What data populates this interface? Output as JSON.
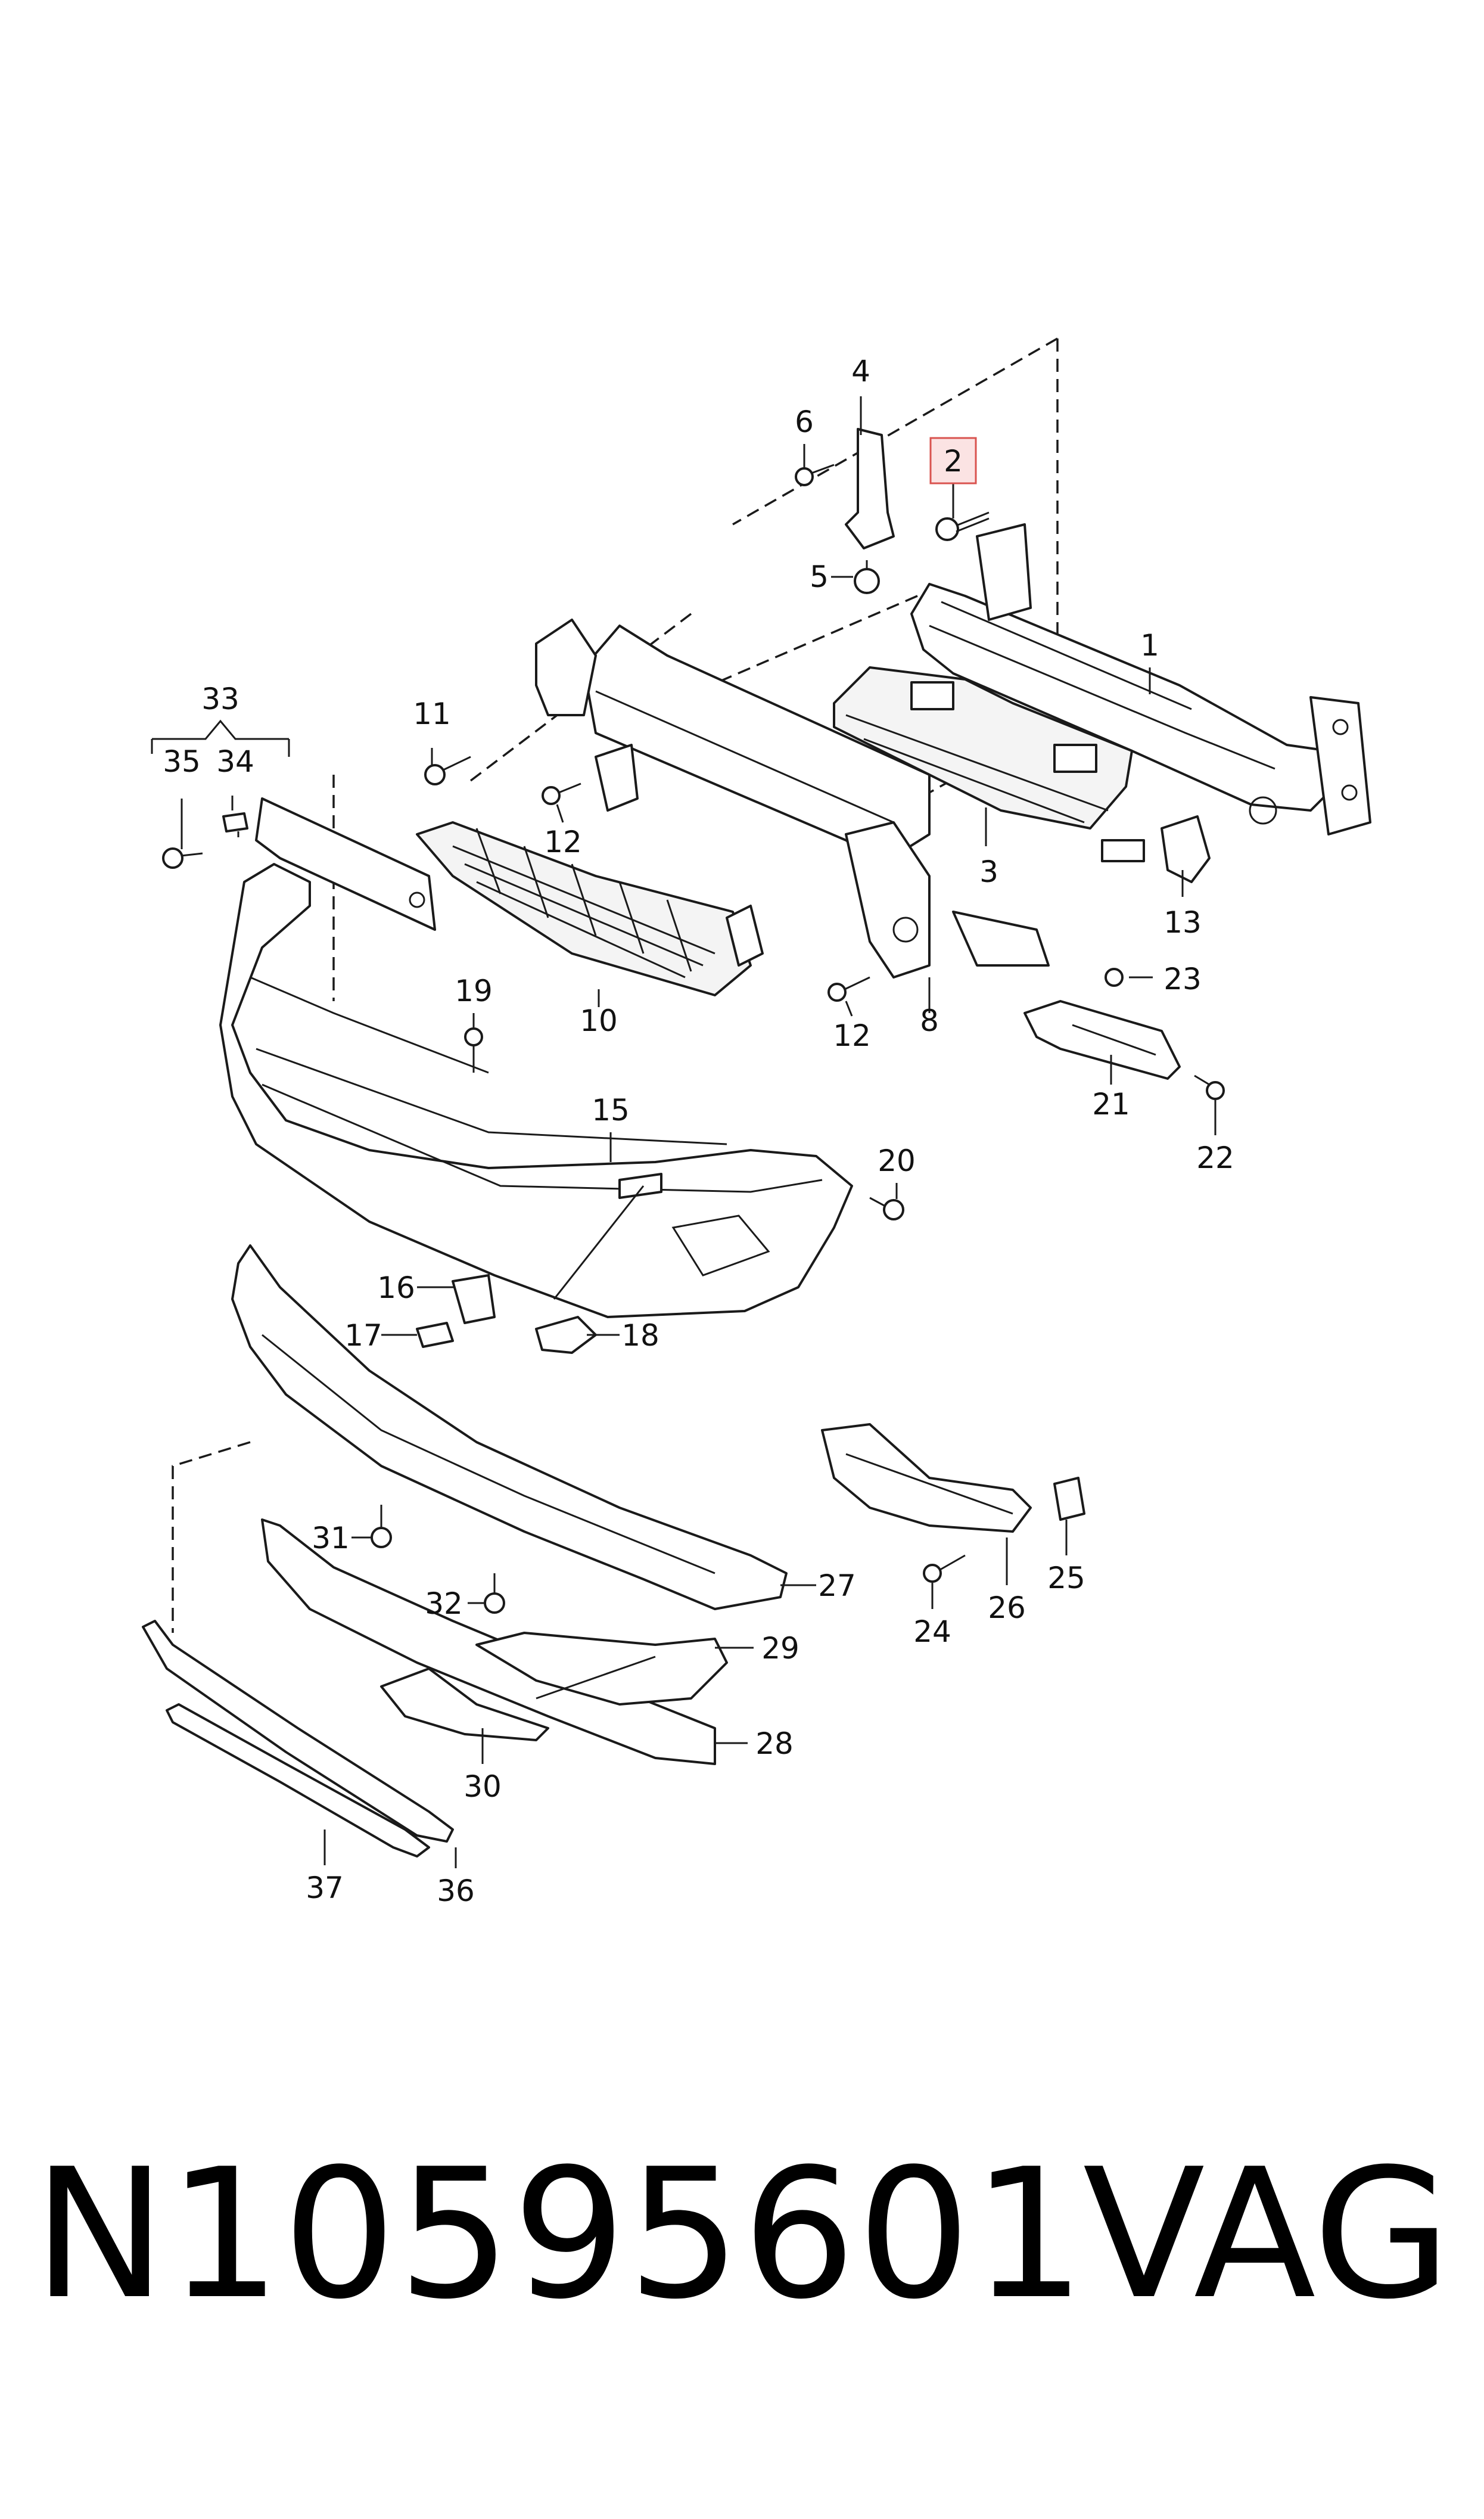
{
  "callouts": {
    "c1": "1",
    "c2": "2",
    "c3": "3",
    "c4": "4",
    "c5": "5",
    "c6": "6",
    "c8": "8",
    "c10": "10",
    "c11": "11",
    "c12a": "12",
    "c12b": "12",
    "c13": "13",
    "c15": "15",
    "c16": "16",
    "c17": "17",
    "c18": "18",
    "c19": "19",
    "c20": "20",
    "c21": "21",
    "c22": "22",
    "c23": "23",
    "c24": "24",
    "c25": "25",
    "c26": "26",
    "c27": "27",
    "c28": "28",
    "c29": "29",
    "c30": "30",
    "c31": "31",
    "c32": "32",
    "c33": "33",
    "c34": "34",
    "c35": "35",
    "c36": "36",
    "c37": "37"
  },
  "highlight": {
    "part": "2",
    "border_color": "#d9534f",
    "fill_color": "#fbe3e3"
  },
  "caption": {
    "part_number": "N10595601",
    "brand": "VAG"
  }
}
